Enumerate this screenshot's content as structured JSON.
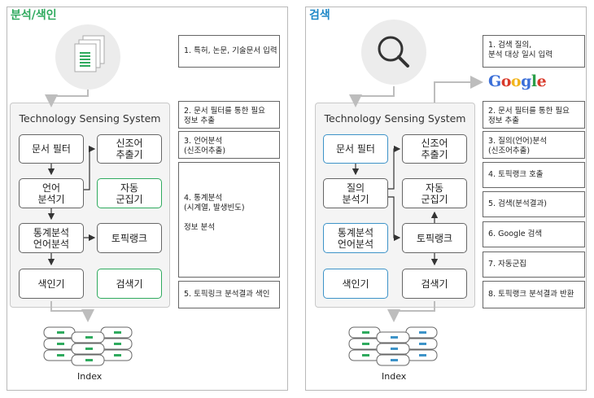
{
  "left": {
    "title": "분석/색인",
    "title_color": "#2faa5e",
    "system_title": "Technology Sensing System",
    "nodes": {
      "filter": "문서 필터",
      "language": "언어\n분석기",
      "stats": "통계분석\n언어분석",
      "indexer": "색인기",
      "neologism": "신조어\n추출기",
      "cluster": "자동\n군집기",
      "topicrank": "토픽랭크",
      "searcher": "검색기"
    },
    "notes": [
      "1. 특허, 논문, 기술문서 입력",
      "2. 문서 필터를 통한 필요\n정보 추출",
      "3. 언어분석\n(신조어추출)",
      "4. 통계분석\n(시계열, 발생빈도)\n\n정보 분석",
      "5. 토픽링크 분석결과 색인"
    ],
    "index_label": "Index"
  },
  "right": {
    "title": "검색",
    "title_color": "#1e88c8",
    "system_title": "Technology Sensing System",
    "nodes": {
      "filter": "문서 필터",
      "query": "질의\n분석기",
      "stats": "통계분석\n언어분석",
      "indexer": "색인기",
      "neologism": "신조어\n추출기",
      "cluster": "자동\n군집기",
      "topicrank": "토픽랭크",
      "searcher": "검색기"
    },
    "notes": [
      "1. 검색 질의,\n분석 대상 일시 입력",
      "2. 문서 필터를 통한 필요\n정보 추출",
      "3. 질의(언어)분석\n(신조어추출)",
      "4. 토픽랭크 호출",
      "5. 검색(분석결과)",
      "6. Google 검색",
      "7. 자동군집",
      "8. 토픽랭크 분석결과 반환"
    ],
    "index_label": "Index",
    "google": [
      "G",
      "o",
      "o",
      "g",
      "l",
      "e"
    ]
  },
  "colors": {
    "green": "#2faa5e",
    "blue": "#3d93c8",
    "arrow_light": "#bdbdbd",
    "arrow_dark": "#333333",
    "google": [
      "#3b6fd8",
      "#d93a2b",
      "#f2b51c",
      "#3b6fd8",
      "#2b9e48",
      "#d93a2b"
    ]
  },
  "icons": {
    "left": "document-stack-icon",
    "right": "magnifier-icon",
    "db": "database-cluster-icon"
  }
}
